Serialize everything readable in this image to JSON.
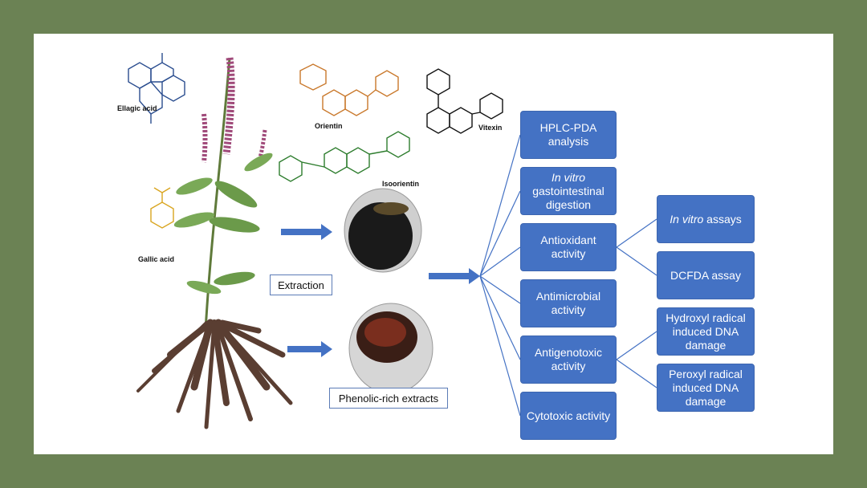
{
  "colors": {
    "frame": "#6b8254",
    "box": "#4472c4",
    "arrow": "#4472c4",
    "ellagic": "#2a4d8f",
    "orientin": "#c9782b",
    "gallic": "#d9a520",
    "black": "#111111",
    "isoorientin": "#2e7d2e"
  },
  "compounds": {
    "ellagic": "Ellagic acid",
    "orientin": "Orientin",
    "vitexin": "Vitexin",
    "isoorientin": "Isoorientin",
    "gallic": "Gallic acid"
  },
  "labels": {
    "extraction": "Extraction",
    "extracts": "Phenolic-rich extracts"
  },
  "analyses": [
    {
      "pre": "",
      "em": "",
      "text": "HPLC-PDA analysis"
    },
    {
      "pre": "",
      "em": "In vitro",
      "text": "gastointestinal digestion"
    },
    {
      "pre": "",
      "em": "",
      "text": "Antioxidant activity"
    },
    {
      "pre": "",
      "em": "",
      "text": "Antimicrobial activity"
    },
    {
      "pre": "",
      "em": "",
      "text": "Antigenotoxic activity"
    },
    {
      "pre": "",
      "em": "",
      "text": "Cytotoxic activity"
    }
  ],
  "subassays": [
    {
      "em": "In vitro",
      "text": " assays"
    },
    {
      "em": "",
      "text": "DCFDA assay"
    },
    {
      "em": "",
      "text": "Hydroxyl radical induced DNA damage"
    },
    {
      "em": "",
      "text": "Peroxyl radical induced DNA damage"
    }
  ]
}
